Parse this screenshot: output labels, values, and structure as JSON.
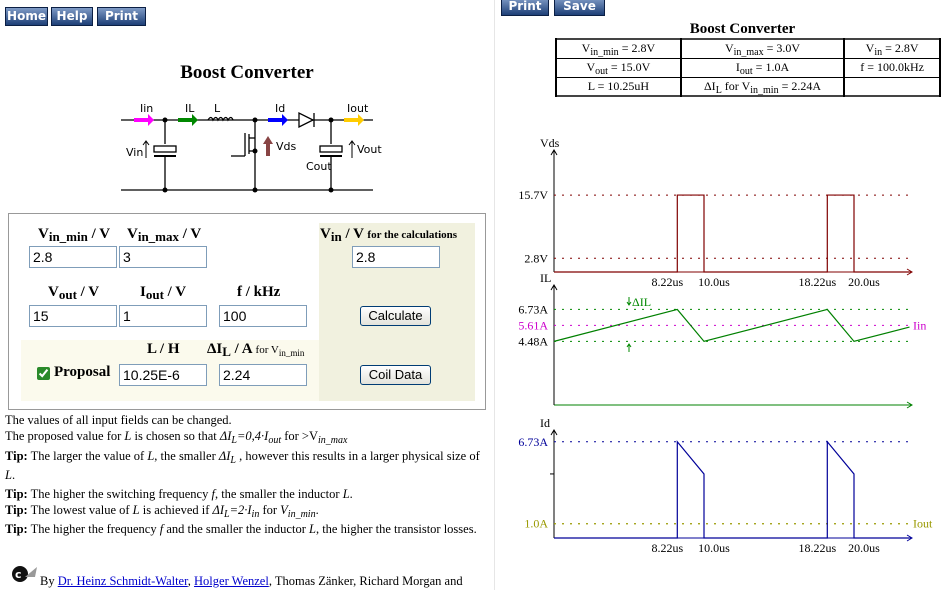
{
  "nav": {
    "home": "Home",
    "help": "Help",
    "print": "Print"
  },
  "right_nav": {
    "print": "Print",
    "save": "Save"
  },
  "title": "Boost Converter",
  "circuit": {
    "labels": [
      "Iin",
      "IL",
      "L",
      "Id",
      "Iout",
      "Vin",
      "Vds",
      "Cout",
      "Vout"
    ]
  },
  "form": {
    "vin_min_label": "V",
    "vin_min_sub": "in_min",
    "vin_min_unit": " / V",
    "vin_min": "2.8",
    "vin_max_label": "V",
    "vin_max_sub": "in_max",
    "vin_max_unit": " / V",
    "vin_max": "3",
    "vin_calc_label": "V",
    "vin_calc_sub": "in",
    "vin_calc_unit": " / V ",
    "vin_calc_note": "for the calculations",
    "vin_calc": "2.8",
    "vout_label": "V",
    "vout_sub": "out",
    "vout_unit": " / V",
    "vout": "15",
    "iout_label": "I",
    "iout_sub": "out",
    "iout_unit": " / V",
    "iout": "1",
    "f_label": "f / kHz",
    "f": "100",
    "l_label": "L / H",
    "l": "10.25E-6",
    "dil_label": "ΔI",
    "dil_sub": "L",
    "dil_unit": " / A ",
    "dil_note": "for V",
    "dil_note_sub": "in_min",
    "dil": "2.24",
    "proposal_label": "Proposal",
    "proposal_checked": true,
    "calculate": "Calculate",
    "coil_data": "Coil Data"
  },
  "notes": {
    "line1": "The values of all input fields can be changed.",
    "line2a": "The proposed value for ",
    "line2b": "L",
    "line2c": " is chosen so that ",
    "line2d": "ΔI",
    "line2e": "L",
    "line2f": "=0,4·I",
    "line2g": "out",
    "line2h": " for >V",
    "line2i": "in_max",
    "tip": "Tip:",
    "tip1a": " The larger the value of ",
    "tip1b": "L",
    ", ": "",
    "tip1c": ", the smaller ",
    "tip1d": "ΔI",
    "tip1e": "L",
    "tip1f": " , however this results in a larger physical size of ",
    "tip1g": "L",
    "tip2a": " The higher the switching frequency ",
    "tip2b": "f",
    "tip2c": ", the smaller the inductor ",
    "tip2d": "L",
    "tip3a": " The lowest value of ",
    "tip3b": "L",
    "tip3c": " is achieved if ",
    "tip3d": "ΔI",
    "tip3e": "L",
    "tip3f": "=2·I",
    "tip3g": "in",
    "tip3h": " for ",
    "tip3i": "V",
    "tip3j": "in_min",
    "tip4a": " The higher the frequency ",
    "tip4b": "f",
    "tip4c": " and the smaller the inductor ",
    "tip4d": "L",
    "tip4e": ", the higher the transistor losses.",
    "by": "By ",
    "author1": "Dr. Heinz Schmidt-Walter",
    "author2": "Holger Wenzel",
    "rest": ", Thomas Zänker, Richard Morgan and"
  },
  "results": {
    "title": "Boost Converter",
    "rows": [
      [
        {
          "a": "V",
          "s": "in_min",
          "b": " = 2.8V"
        },
        {
          "a": "V",
          "s": "in_max",
          "b": " = 3.0V"
        },
        {
          "a": "V",
          "s": "in",
          "b": " = 2.8V"
        }
      ],
      [
        {
          "a": "V",
          "s": "out",
          "b": " = 15.0V"
        },
        {
          "a": "I",
          "s": "out",
          "b": " = 1.0A"
        },
        {
          "a": "f = 100.0kHz",
          "s": "",
          "b": ""
        }
      ],
      [
        {
          "a": "L = 10.25uH",
          "s": "",
          "b": ""
        },
        {
          "a": "ΔI",
          "s": "L",
          "b": " for V",
          "s2": "in_min",
          "c": " = 2.24A"
        },
        {
          "a": "",
          "s": "",
          "b": ""
        }
      ]
    ]
  },
  "chart_data": [
    {
      "type": "line",
      "ylabel": "Vds",
      "color": "#800000",
      "yticks": [
        {
          "label": "15.7V",
          "v": 15.7
        },
        {
          "label": "2.8V",
          "v": 2.8
        }
      ],
      "xticks": [
        {
          "label": "8.22us",
          "v": 8.22
        },
        {
          "label": "10.0us",
          "v": 10
        },
        {
          "label": "18.22us",
          "v": 18.22
        },
        {
          "label": "20.0us",
          "v": 20
        }
      ],
      "x": [
        0,
        8.22,
        8.22,
        10,
        10,
        18.22,
        18.22,
        20,
        20,
        23.7
      ],
      "y": [
        0,
        0,
        15.7,
        15.7,
        0,
        0,
        15.7,
        15.7,
        0,
        0
      ]
    },
    {
      "type": "line",
      "ylabel": "IL",
      "color": "#008000",
      "annotation": "ΔIL",
      "ref_label": "Iin",
      "ref_value": 5.61,
      "ref_color": "#cc00cc",
      "yticks": [
        {
          "label": "6.73A",
          "v": 6.73
        },
        {
          "label": "5.61A",
          "v": 5.61,
          "color": "#cc00cc"
        },
        {
          "label": "4.48A",
          "v": 4.48
        }
      ],
      "x": [
        0,
        8.22,
        10,
        18.22,
        20,
        23.7
      ],
      "y": [
        4.48,
        6.73,
        4.48,
        6.73,
        4.48,
        5.49
      ]
    },
    {
      "type": "line",
      "ylabel": "Id",
      "color": "#000099",
      "ref_label": "Iout",
      "ref_value": 1.0,
      "ref_color": "#999900",
      "yticks": [
        {
          "label": "6.73A",
          "v": 6.73,
          "color": "#000099"
        },
        {
          "label": "1.0A",
          "v": 1.0,
          "color": "#999900"
        }
      ],
      "xticks": [
        {
          "label": "8.22us",
          "v": 8.22
        },
        {
          "label": "10.0us",
          "v": 10
        },
        {
          "label": "18.22us",
          "v": 18.22
        },
        {
          "label": "20.0us",
          "v": 20
        }
      ],
      "x": [
        0,
        8.22,
        8.22,
        10,
        10,
        18.22,
        18.22,
        20,
        20,
        23.7
      ],
      "y": [
        0,
        0,
        6.73,
        4.48,
        0,
        0,
        6.73,
        4.48,
        0,
        0
      ]
    }
  ]
}
